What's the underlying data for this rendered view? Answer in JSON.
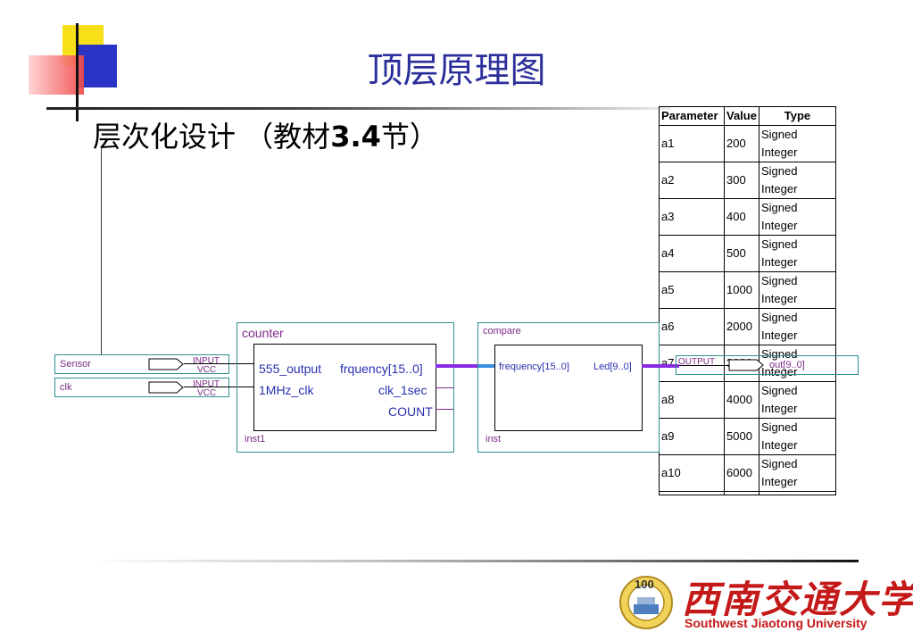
{
  "slide": {
    "title": "顶层原理图",
    "subtitle_prefix": "层次化设计 （教材",
    "subtitle_bold": "3.4",
    "subtitle_suffix": "节）"
  },
  "parameter_table": {
    "headers": [
      "Parameter",
      "Value",
      "Type"
    ],
    "rows": [
      [
        "a1",
        "200",
        "Signed Integer"
      ],
      [
        "a2",
        "300",
        "Signed Integer"
      ],
      [
        "a3",
        "400",
        "Signed Integer"
      ],
      [
        "a4",
        "500",
        "Signed Integer"
      ],
      [
        "a5",
        "1000",
        "Signed Integer"
      ],
      [
        "a6",
        "2000",
        "Signed Integer"
      ],
      [
        "a7",
        "3000",
        "Signed Integer"
      ],
      [
        "a8",
        "4000",
        "Signed Integer"
      ],
      [
        "a9",
        "5000",
        "Signed Integer"
      ],
      [
        "a10",
        "6000",
        "Signed Integer"
      ]
    ]
  },
  "schematic": {
    "inputs": [
      {
        "name": "Sensor",
        "type": "INPUT",
        "default": "VCC"
      },
      {
        "name": "clk",
        "type": "INPUT",
        "default": "VCC"
      }
    ],
    "counter": {
      "module": "counter",
      "instance": "inst1",
      "ports_in": [
        "555_output",
        "1MHz_clk"
      ],
      "ports_out": [
        "frquency[15..0]",
        "clk_1sec",
        "COUNT"
      ]
    },
    "compare": {
      "module": "compare",
      "instance": "inst",
      "port_in": "frequency[15..0]",
      "port_out": "Led[9..0]"
    },
    "output": {
      "type": "OUTPUT",
      "name": "out[9..0]"
    }
  },
  "logo": {
    "name_cn": "西南交通大学",
    "name_en": "Southwest Jiaotong University",
    "seal_text": "100"
  }
}
